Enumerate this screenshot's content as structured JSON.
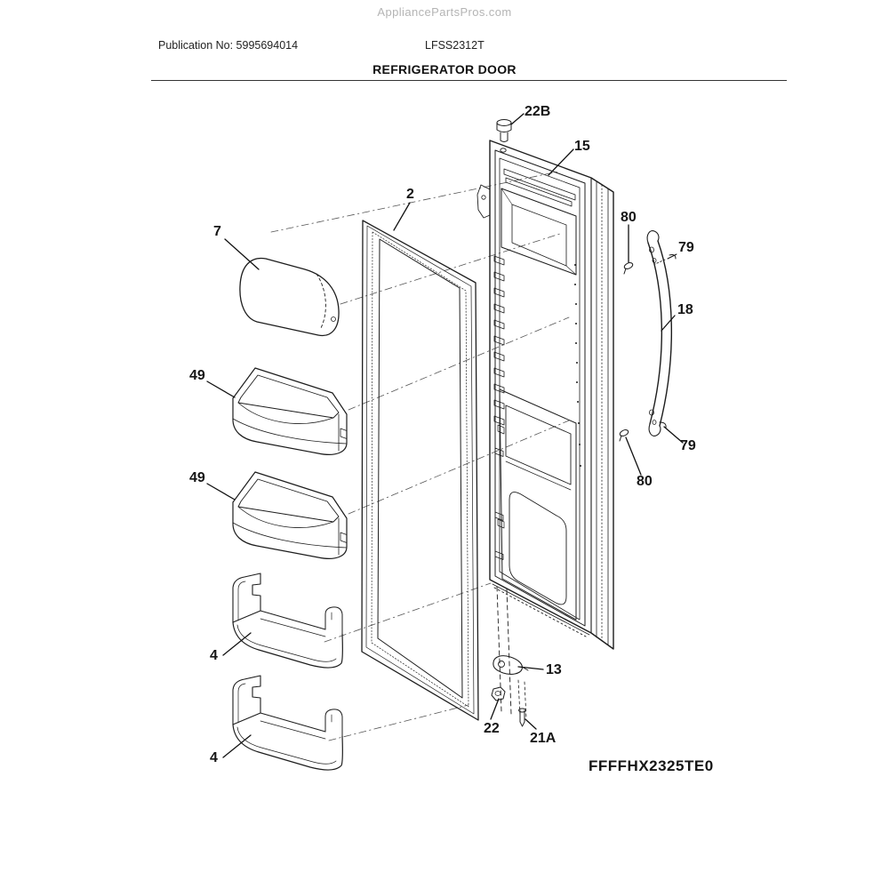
{
  "colors": {
    "ink": "#1d1d1d",
    "watermark": "#b4b4b4"
  },
  "watermark": "AppliancePartsPros.com",
  "header": {
    "publication_no": "Publication No: 5995694014",
    "model": "LFSS2312T",
    "title": "REFRIGERATOR DOOR"
  },
  "footer": {
    "diagram_code": "FFFFHX2325TE0"
  },
  "callouts": {
    "c22B": {
      "label": "22B",
      "part": "top-hinge-screw"
    },
    "c15": {
      "label": "15",
      "part": "refrigerator-door-panel"
    },
    "c2": {
      "label": "2",
      "part": "door-gasket"
    },
    "c7": {
      "label": "7",
      "part": "dairy-door-cover"
    },
    "c80t": {
      "label": "80",
      "part": "handle-screw-top"
    },
    "c79t": {
      "label": "79",
      "part": "handle-clip-top"
    },
    "c18": {
      "label": "18",
      "part": "door-handle"
    },
    "c79b": {
      "label": "79",
      "part": "handle-clip-bottom"
    },
    "c80b": {
      "label": "80",
      "part": "handle-screw-bottom"
    },
    "c49a": {
      "label": "49",
      "part": "door-bin-upper-1"
    },
    "c49b": {
      "label": "49",
      "part": "door-bin-upper-2"
    },
    "c4a": {
      "label": "4",
      "part": "door-shelf-rack-1"
    },
    "c4b": {
      "label": "4",
      "part": "door-shelf-rack-2"
    },
    "c13": {
      "label": "13",
      "part": "bottom-hinge-cam"
    },
    "c22": {
      "label": "22",
      "part": "hinge-nut"
    },
    "c21A": {
      "label": "21A",
      "part": "hinge-pin"
    }
  }
}
